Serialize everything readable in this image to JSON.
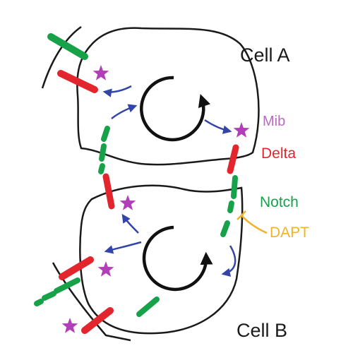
{
  "cell_a_label": "Cell A",
  "cell_b_label": "Cell B",
  "legend": {
    "mib": "Mib",
    "delta": "Delta",
    "notch": "Notch",
    "dapt": "DAPT"
  },
  "colors": {
    "outline": "#1a1a1a",
    "mib": "#b23fb8",
    "delta": "#e3262d",
    "notch": "#17a24a",
    "dapt": "#f2b227",
    "arrow": "#3346a8",
    "mib_text": "#b96bbf"
  },
  "icons": [
    "cycle-arrow-icon",
    "mib-star-icon",
    "delta-bar-icon",
    "notch-bar-icon",
    "dapt-inhibitor-icon",
    "transport-arrow-icon"
  ]
}
